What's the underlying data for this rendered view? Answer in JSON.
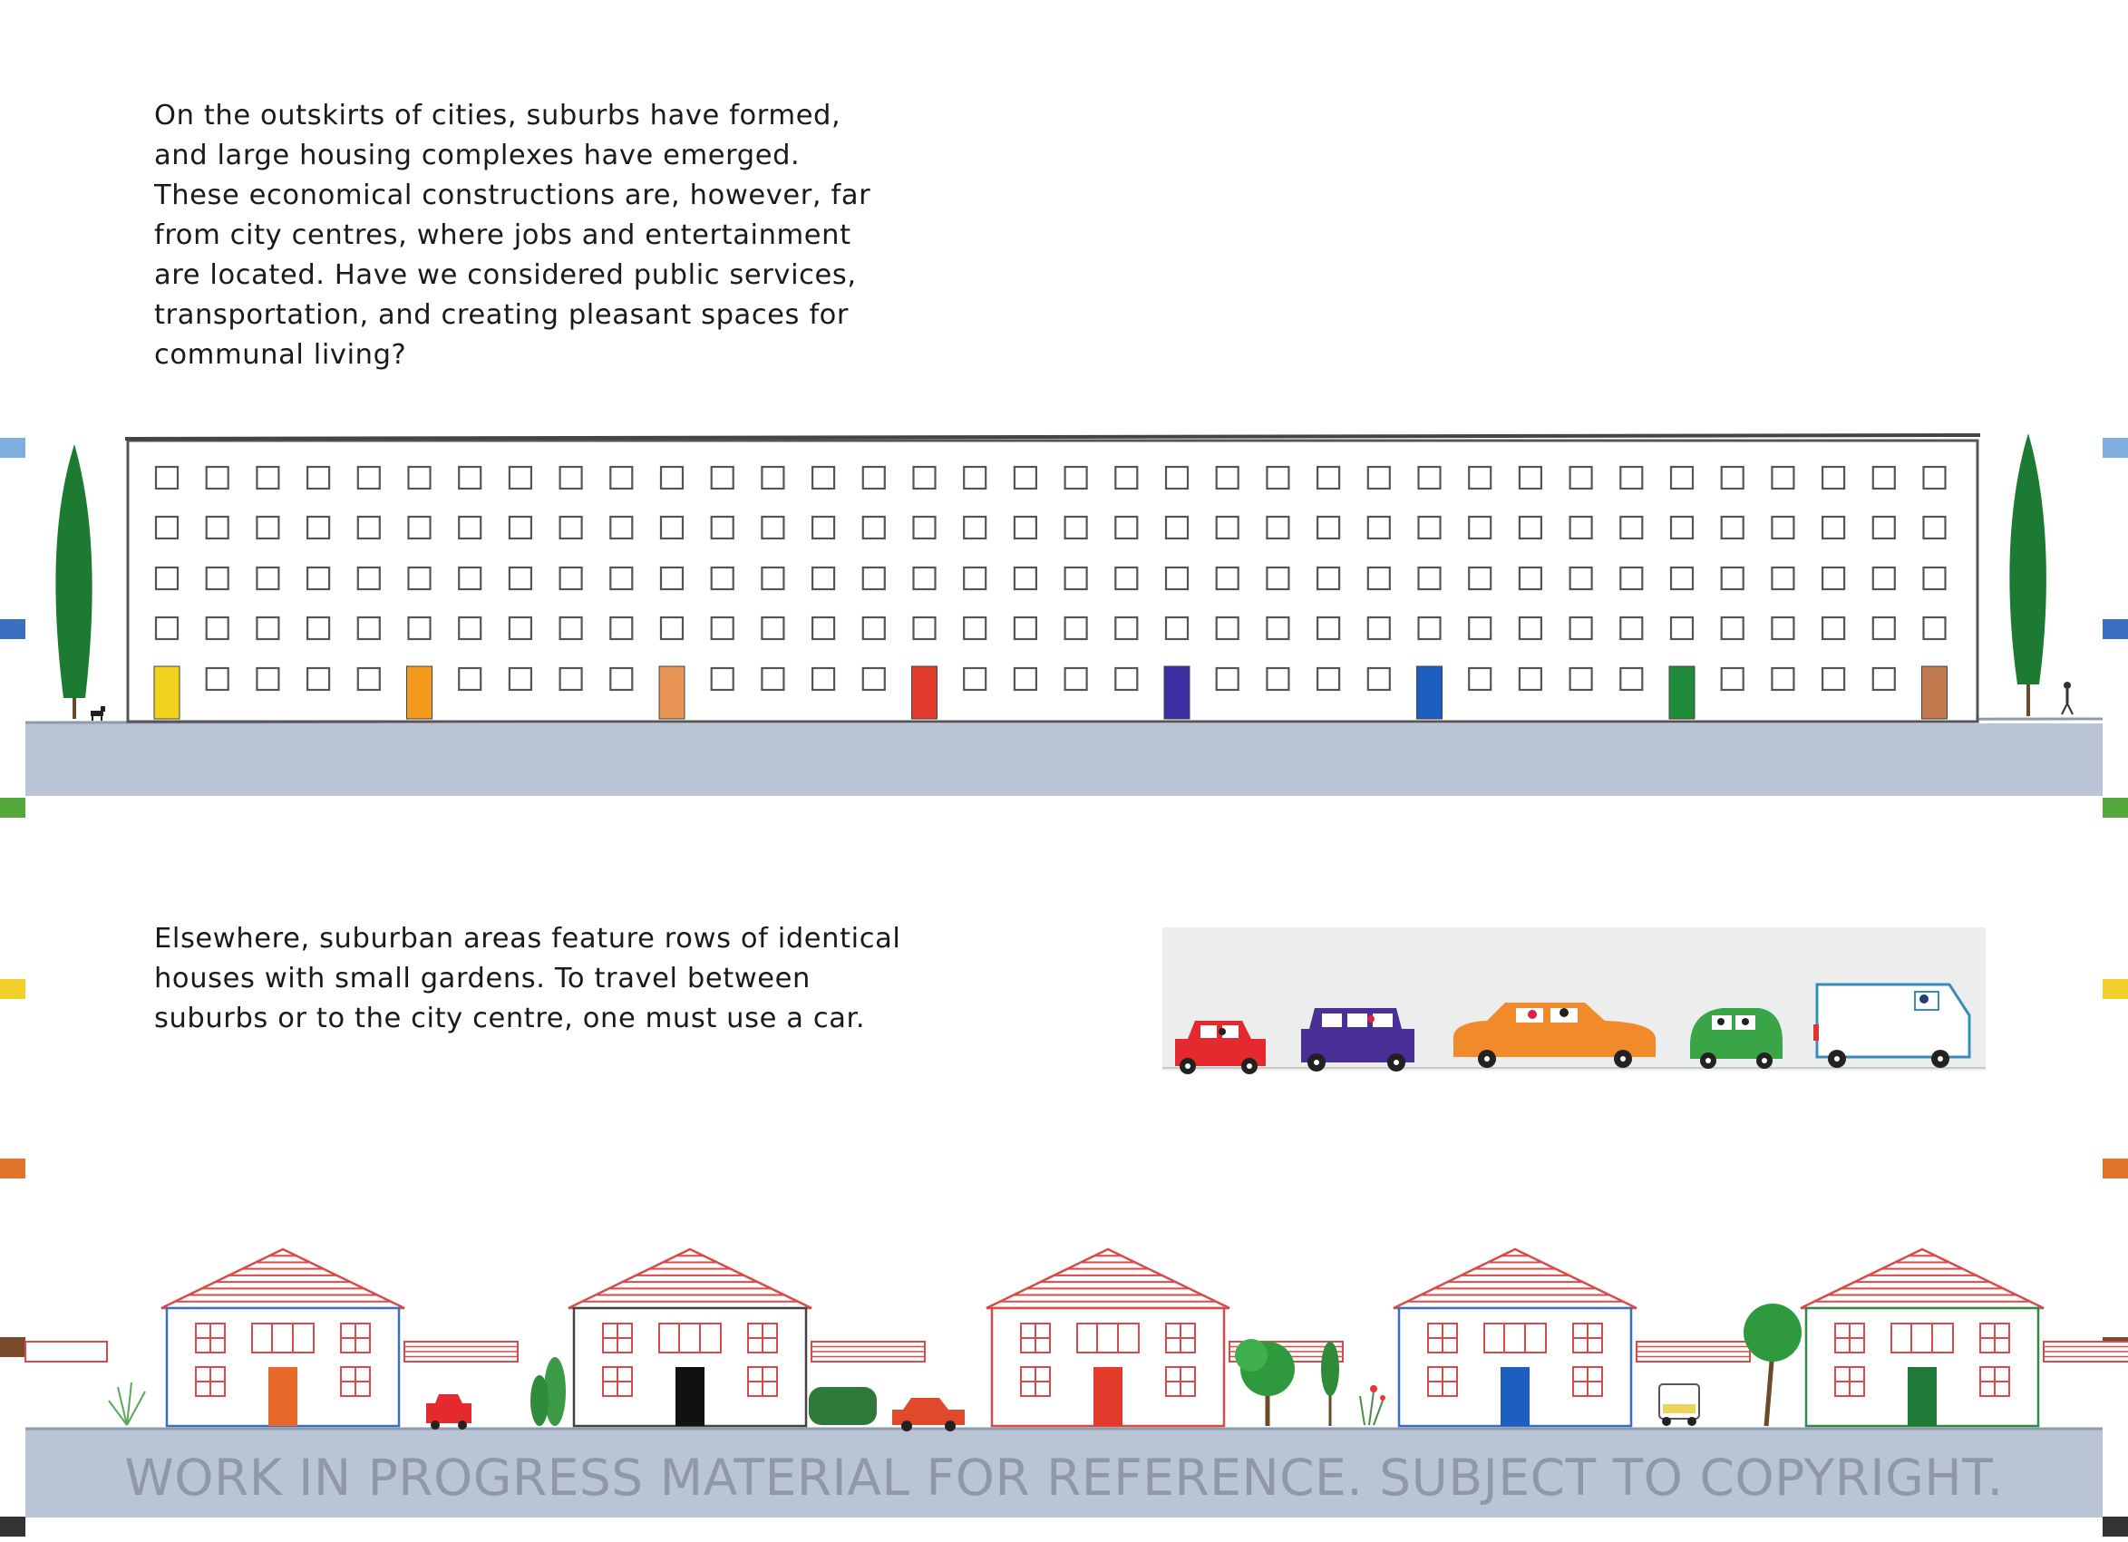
{
  "text": {
    "paragraph_1": [
      "On the outskirts of cities, suburbs have formed,",
      "and large housing complexes have emerged.",
      "These economical constructions are, however, far",
      "from city centres, where jobs and entertainment",
      "are located. Have we considered public services,",
      "transportation, and creating pleasant spaces for",
      "communal living?"
    ],
    "paragraph_2": [
      "Elsewhere, suburban areas feature rows of identical",
      "houses with small gardens. To travel between",
      "suburbs or to the city centre, one must use a car."
    ],
    "watermark": "WORK IN PROGRESS MATERIAL FOR REFERENCE. SUBJECT TO COPYRIGHT."
  },
  "colors": {
    "ground": "#b9c4d6",
    "tree": "#1d7a32",
    "house_red": "#d94a4a",
    "house_blue": "#3b6fc0",
    "house_green": "#2e8a44",
    "crop_marks": [
      "#7faee0",
      "#3a6fc2",
      "#55a83b",
      "#f2cf2a",
      "#e2732b",
      "#7a4a2a",
      "#333333"
    ],
    "doors": [
      "#f2d21c",
      "#f29a1e",
      "#e89454",
      "#e23b2c",
      "#3b2ea0",
      "#1c5fc0",
      "#1f8a3a",
      "#c07a4e"
    ],
    "cars": [
      "#e42a2f",
      "#4a2f96",
      "#f08a2a",
      "#3aa546",
      "#ffffff"
    ]
  },
  "illustrations": {
    "housing_block": "long-housing-block",
    "cars": "car-row",
    "houses": "suburban-houses"
  }
}
